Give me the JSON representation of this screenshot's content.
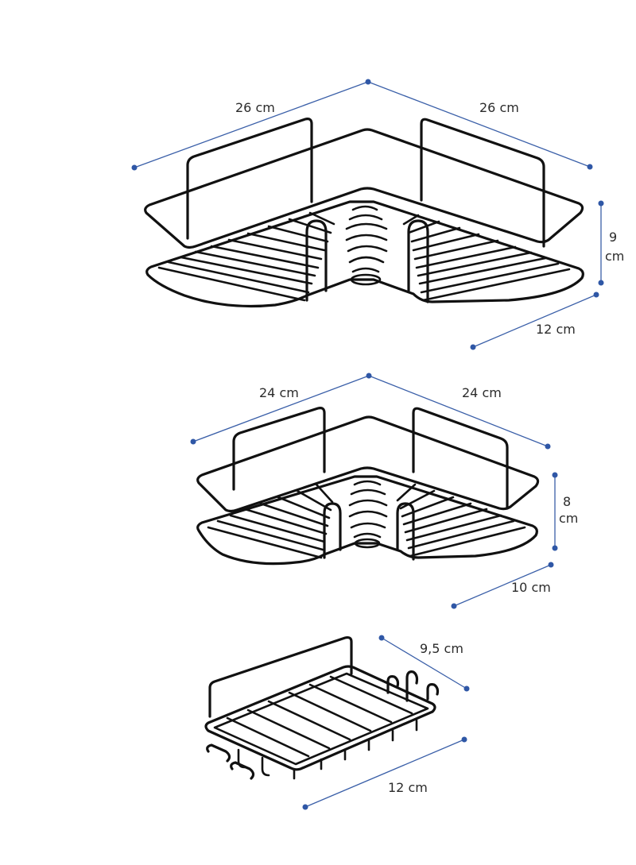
{
  "colors": {
    "dimension": "#3a5fa8",
    "dot": "#2f57a6",
    "wire": "#111111",
    "text": "#2b2b2b",
    "background": "#ffffff"
  },
  "shelf_large": {
    "width_left": "26 cm",
    "width_right": "26 cm",
    "height_value": "9",
    "height_unit": "cm",
    "depth": "12 cm"
  },
  "shelf_medium": {
    "width_left": "24 cm",
    "width_right": "24 cm",
    "height_value": "8",
    "height_unit": "cm",
    "depth": "10 cm"
  },
  "soap_holder": {
    "width": "9,5 cm",
    "length": "12 cm"
  }
}
